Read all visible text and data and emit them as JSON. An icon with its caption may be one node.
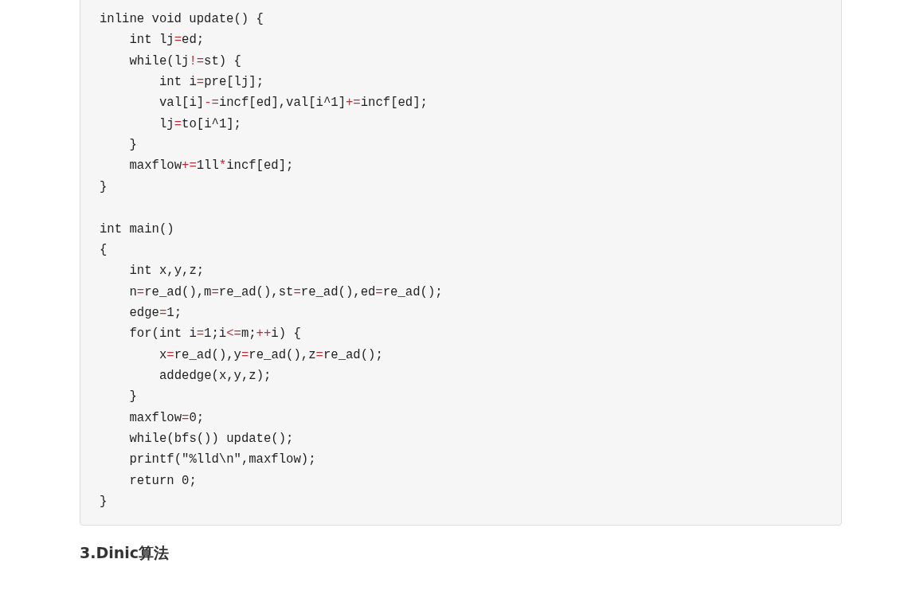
{
  "diagram": {
    "title": "3.Dinic算法",
    "labels": [
      "inline void update() {",
      "int lj=ed;",
      "while(lj!=st) {",
      "int i=pre[lj];",
      "val[i]-=incf[ed],val[i^1]+=incf[ed];",
      "lj=to[i^1];",
      "}",
      "maxflow+=1ll*incf[ed];",
      "}",
      "int main()",
      "{",
      "int x,y,z;",
      "n=re_ad(),m=re_ad(),st=re_ad(),ed=re_ad();",
      "edge=1;",
      "for(int i=1;i<=m;++i) {",
      "x=re_ad(),y=re_ad(),z=re_ad();",
      "addedge(x,y,z);",
      "}",
      "maxflow=0;",
      "while(bfs()) update();",
      "printf(\"%lld\\n\",maxflow);",
      "return 0;",
      "}"
    ]
  }
}
